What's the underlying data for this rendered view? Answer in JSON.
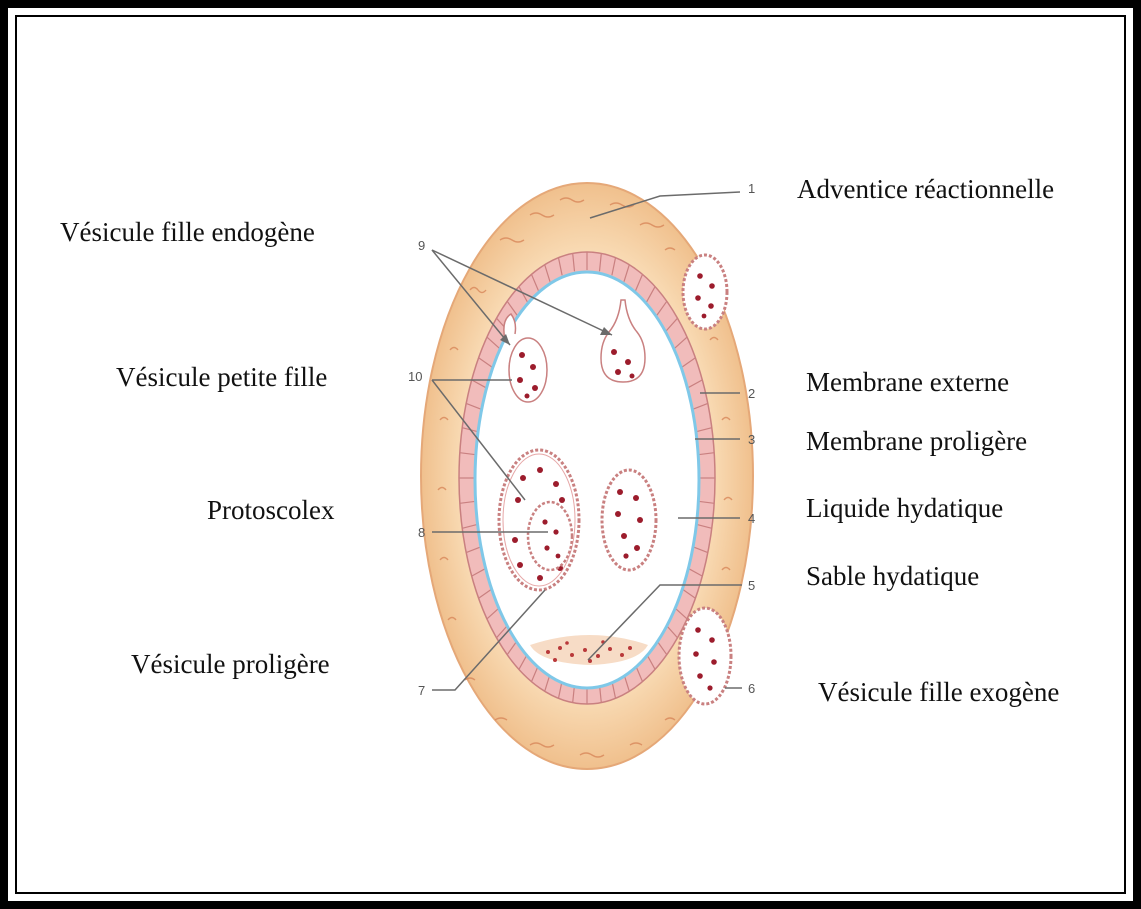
{
  "labels": {
    "adventice": "Adventice réactionnelle",
    "vesicule_fille_endogene": "Vésicule fille  endogène",
    "membrane_externe": "Membrane externe",
    "vesicule_petite_fille": "Vésicule petite fille",
    "membrane_proligere": "Membrane proligère",
    "protoscolex": "Protoscolex",
    "liquide_hydatique": "Liquide hydatique",
    "sable_hydatique": "Sable hydatique",
    "vesicule_proligere": "Vésicule proligère",
    "vesicule_fille_exogene": "Vésicule fille exogène"
  },
  "numbers": {
    "n1": "1",
    "n2": "2",
    "n3": "3",
    "n4": "4",
    "n5": "5",
    "n6": "6",
    "n7": "7",
    "n8": "8",
    "n9": "9",
    "n10": "10"
  },
  "colors": {
    "adventice": "#f6cfa2",
    "adventice_edge": "#e8a97a",
    "membrane": "#f0b9b8",
    "cyst_fluid": "#ffffff",
    "inner_line": "#7fc8e8",
    "dots": "#9c1c2c",
    "frame": "#000000"
  }
}
